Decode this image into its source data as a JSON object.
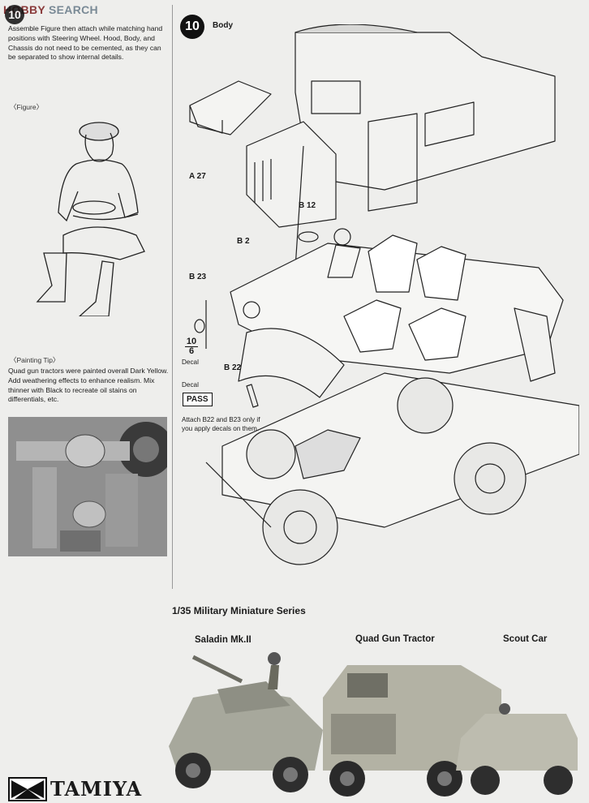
{
  "watermark": {
    "part1": "HOBBY",
    "part2": " SEARCH"
  },
  "step": {
    "number": "10",
    "title": "Body",
    "instructions": "Assemble Figure then attach while matching hand positions with Steering Wheel. Hood, Body, and Chassis do not need to be cemented, as they can be separated to show internal details.",
    "figure_label": "〈Figure〉",
    "painting_tip_label": "〈Painting Tip〉",
    "painting_tip": "Quad gun tractors were painted overall Dark Yellow. Add weathering effects to enhance realism. Mix thinner with Black to recreate oil stains on differentials, etc."
  },
  "parts": {
    "a27": "A 27",
    "b12": "B 12",
    "b2": "B 2",
    "b23": "B 23",
    "b22": "B 22"
  },
  "decals": {
    "label1": "Decal",
    "label2": "Decal",
    "num_top": "10",
    "num_bottom": "6",
    "pass": "PASS",
    "note": "Attach B22 and B23 only if you apply decals on them."
  },
  "series": {
    "title": "1/35 Military Miniature Series",
    "models": [
      "Saladin Mk.II",
      "Quad Gun Tractor",
      "Scout Car"
    ]
  },
  "brand": {
    "name": "TAMIYA"
  }
}
